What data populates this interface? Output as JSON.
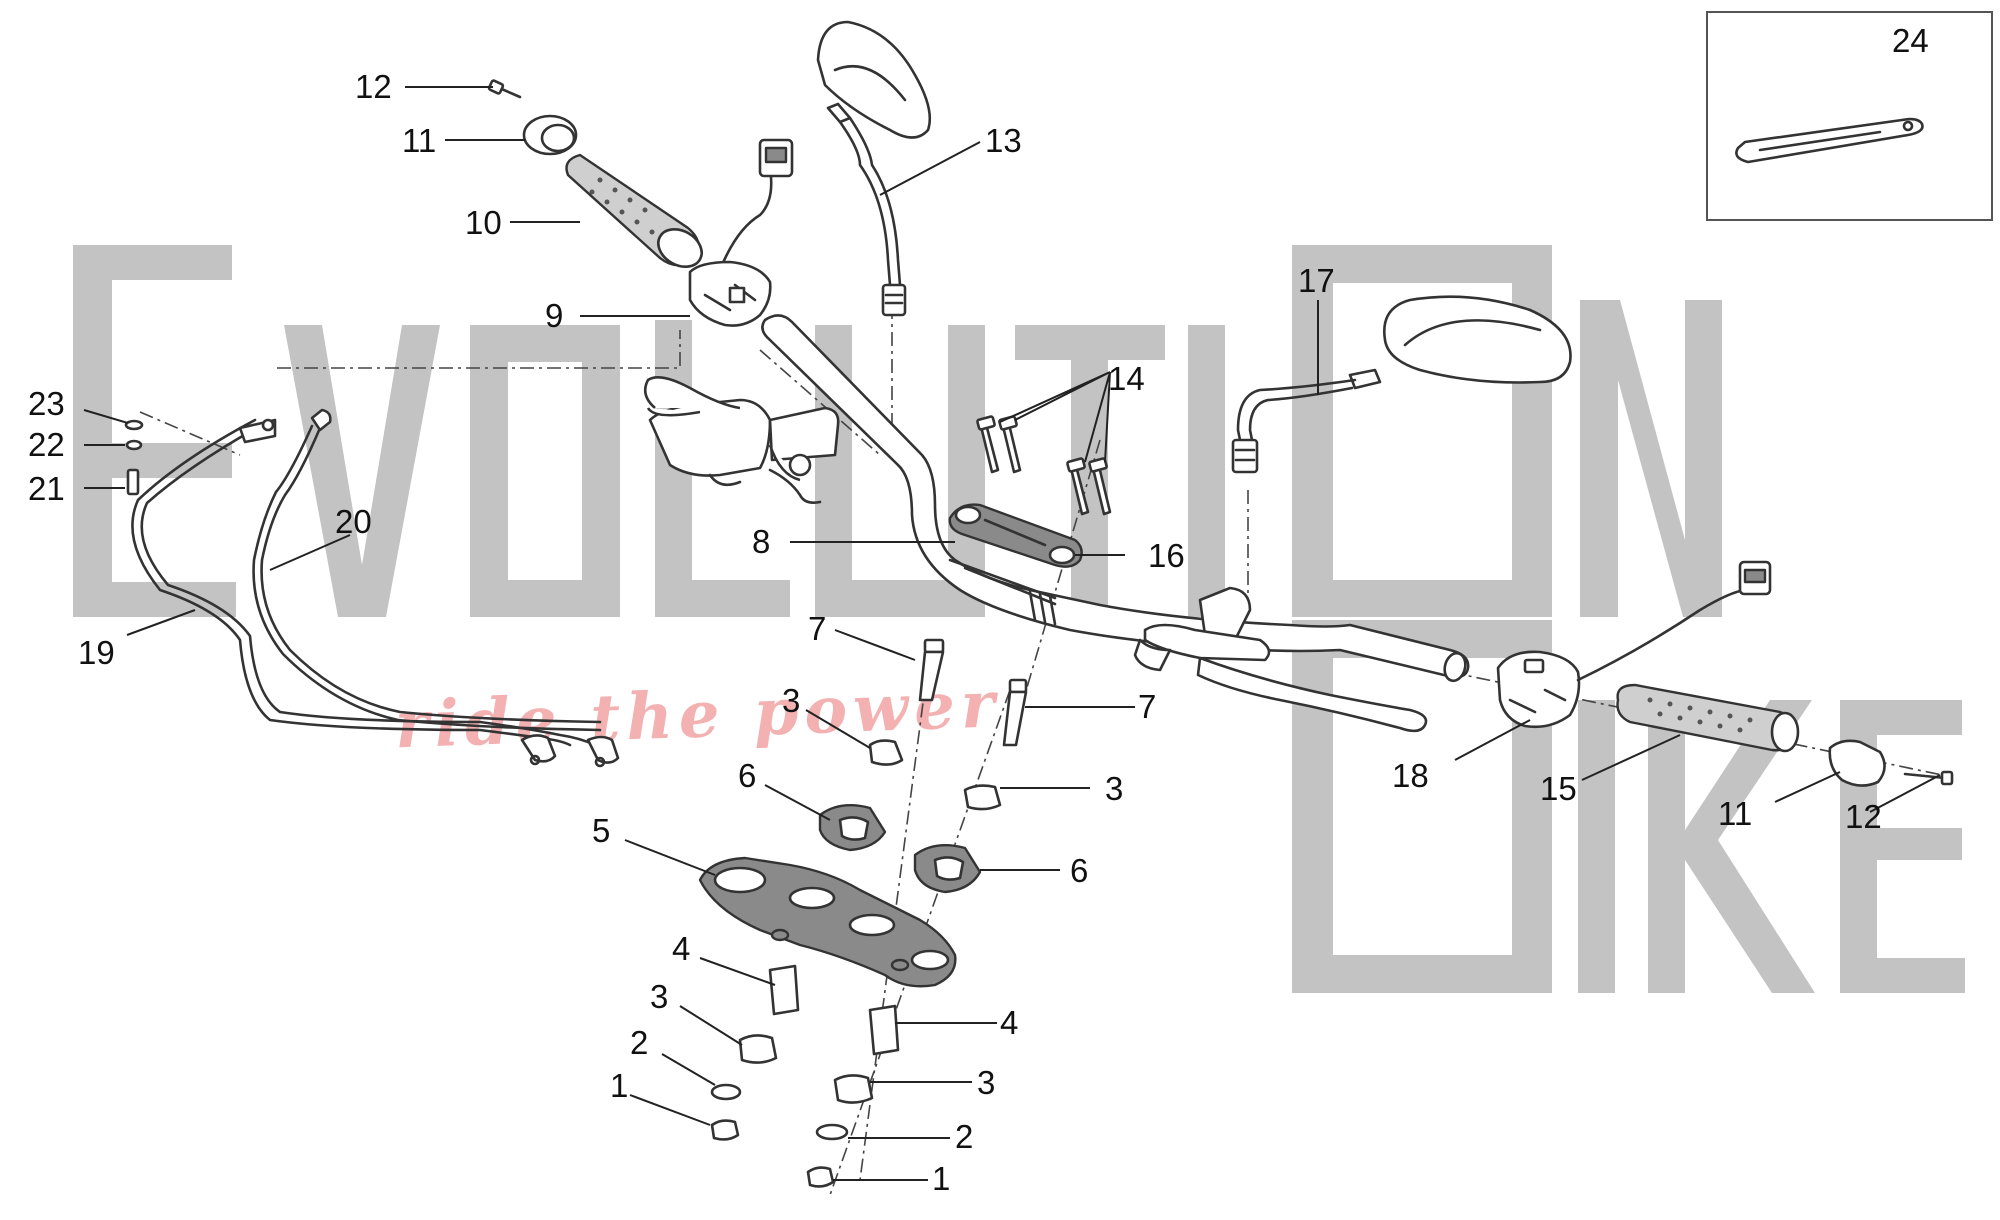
{
  "watermark": {
    "word1_parts": [
      "E",
      "v",
      "o",
      "l",
      "u",
      "t",
      "i",
      "O",
      "n"
    ],
    "word2_parts": [
      "B",
      "i",
      "k",
      "e"
    ],
    "slogan": "ride the power",
    "color": "#c3c3c3",
    "slogan_color": "#f2a9a9"
  },
  "callouts": [
    {
      "id": "c12a",
      "number": "12"
    },
    {
      "id": "c11a",
      "number": "11"
    },
    {
      "id": "c10",
      "number": "10"
    },
    {
      "id": "c9",
      "number": "9"
    },
    {
      "id": "c13",
      "number": "13"
    },
    {
      "id": "c17",
      "number": "17"
    },
    {
      "id": "c14",
      "number": "14"
    },
    {
      "id": "c16",
      "number": "16"
    },
    {
      "id": "c8",
      "number": "8"
    },
    {
      "id": "c23",
      "number": "23"
    },
    {
      "id": "c22",
      "number": "22"
    },
    {
      "id": "c21",
      "number": "21"
    },
    {
      "id": "c20",
      "number": "20"
    },
    {
      "id": "c19",
      "number": "19"
    },
    {
      "id": "c7a",
      "number": "7"
    },
    {
      "id": "c7b",
      "number": "7"
    },
    {
      "id": "c3a",
      "number": "3"
    },
    {
      "id": "c3b",
      "number": "3"
    },
    {
      "id": "c6a",
      "number": "6"
    },
    {
      "id": "c6b",
      "number": "6"
    },
    {
      "id": "c5",
      "number": "5"
    },
    {
      "id": "c4a",
      "number": "4"
    },
    {
      "id": "c4b",
      "number": "4"
    },
    {
      "id": "c3c",
      "number": "3"
    },
    {
      "id": "c3d",
      "number": "3"
    },
    {
      "id": "c2a",
      "number": "2"
    },
    {
      "id": "c2b",
      "number": "2"
    },
    {
      "id": "c1a",
      "number": "1"
    },
    {
      "id": "c1b",
      "number": "1"
    },
    {
      "id": "c18",
      "number": "18"
    },
    {
      "id": "c15",
      "number": "15"
    },
    {
      "id": "c11b",
      "number": "11"
    },
    {
      "id": "c12b",
      "number": "12"
    },
    {
      "id": "c24",
      "number": "24"
    }
  ]
}
